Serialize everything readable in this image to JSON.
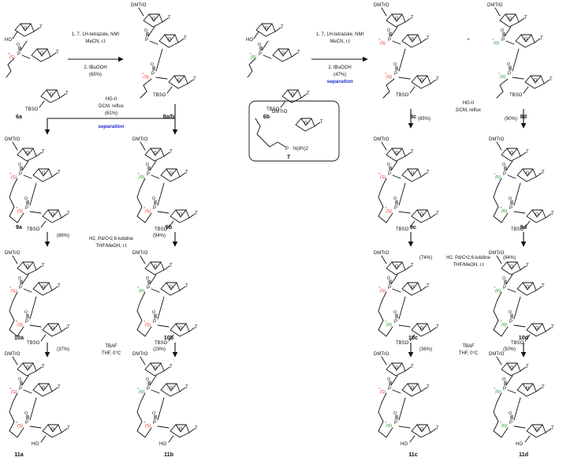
{
  "colors": {
    "S": "#e8322a",
    "R": "#2e9a35",
    "separation": "#1f2fd0",
    "ink": "#111111"
  },
  "atoms": {
    "dmtro": "DMTrO",
    "ho": "HO",
    "tbso": "TBSO",
    "t": "T",
    "o": "O",
    "p": "P",
    "s": "(S)",
    "r": "(R)",
    "star": "*"
  },
  "compounds": [
    "6a",
    "8a/b",
    "6b",
    "8c",
    "8d",
    "9a",
    "9b",
    "9c",
    "9d",
    "10a",
    "10b",
    "10c",
    "10d",
    "11a",
    "11b",
    "11c",
    "11d",
    "7"
  ],
  "conditions": {
    "coupling_a": {
      "l1": "1. 7, 1H-tetrazole, NMI",
      "l2": "MeCN, r.t",
      "l3": "2. tBuOOH",
      "l4": "(65%)"
    },
    "coupling_b": {
      "l1": "1. 7, 1H-tetrazole, NMI",
      "l2": "MeCN, r.t",
      "l3": "2. tBuOOH",
      "l4": "(47%)",
      "sep": "separation"
    },
    "rcm_left": {
      "l1": "HG-II",
      "l2": "DCM, reflux",
      "l3": "(61%)",
      "sep": "separation"
    },
    "rcm_right": {
      "l1": "HG-II",
      "l2": "DCM, reflux",
      "yield_c": "(85%)",
      "yield_d": "(90%)"
    },
    "plus": "+",
    "reagent7_amine": "N(iPr)2",
    "hydrogenation_left": {
      "l1": "H2, Pd/C•2,6-lutidine",
      "l2": "THF/MeOH, r.t",
      "ya": "(88%)",
      "yb": "(94%)"
    },
    "hydrogenation_right": {
      "l1": "H2, Pd/C•2,6-lutidine",
      "l2": "THF/MeOH, r.t",
      "yc": "(74%)",
      "yd": "(84%)"
    },
    "tbaf_left": {
      "l1": "TBAF",
      "l2": "THF, 0°C",
      "ya": "(37%)",
      "yb": "(29%)"
    },
    "tbaf_right": {
      "l1": "TBAF",
      "l2": "THF, 0°C",
      "yc": "(36%)",
      "yd": "(50%)"
    }
  }
}
